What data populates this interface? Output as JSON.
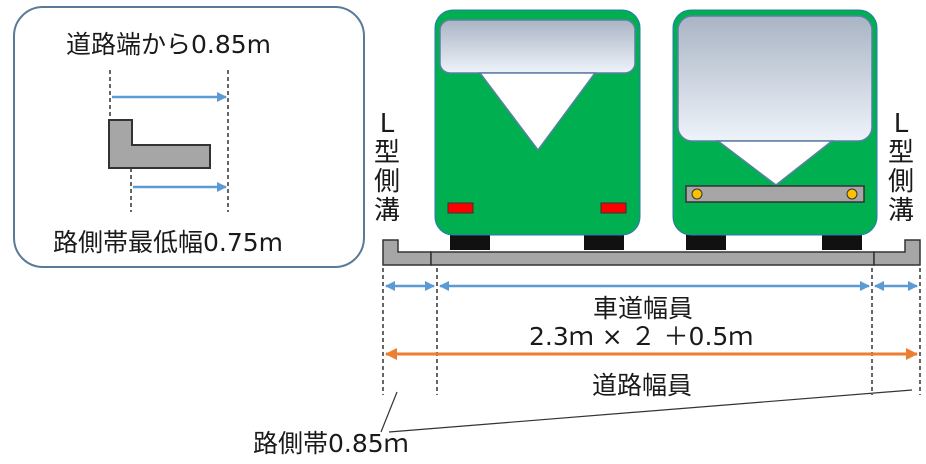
{
  "inset": {
    "top_label": "道路端から0.85m",
    "bottom_label": "路側帯最低幅0.75m"
  },
  "left_gutter_label": "L\n型\n側\n溝",
  "right_gutter_label": "L\n型\n側\n溝",
  "dimensions": {
    "carriageway_title": "車道幅員",
    "carriageway_formula": "2.3ｍ × ２ ＋0.5ｍ",
    "road_width": "道路幅員",
    "shoulder": "路側帯0.85ｍ"
  },
  "colors": {
    "bus_body": "#00b050",
    "gutter": "#a6a6a6",
    "dimension_blue": "#5b9bd5",
    "dimension_orange": "#ed7d31",
    "inset_border": "#5a7a98"
  }
}
